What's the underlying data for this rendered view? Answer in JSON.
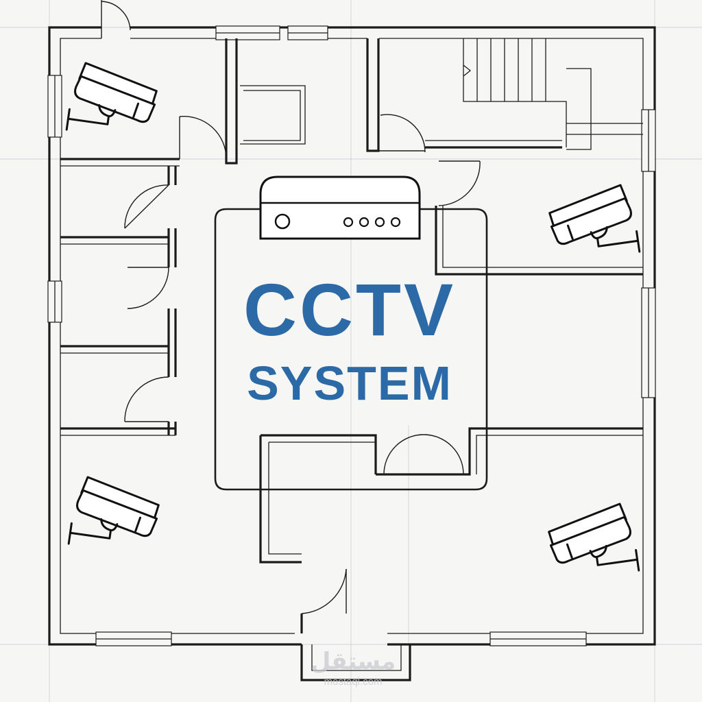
{
  "title": {
    "main": "CCTV",
    "sub": "SYSTEM"
  },
  "colors": {
    "accent": "#2b6aa6",
    "line": "#1b1b1b",
    "paper": "#f6f6f4",
    "guide": "#cfd3da",
    "watermark": "#c9cbd0"
  },
  "watermark": {
    "logo": "مستقل",
    "url": "mostaql.com"
  },
  "icons": [
    "security-camera-icon",
    "dvr-recorder-icon"
  ],
  "camera_count": 4,
  "recorder": {
    "indicator_lights": 4
  }
}
